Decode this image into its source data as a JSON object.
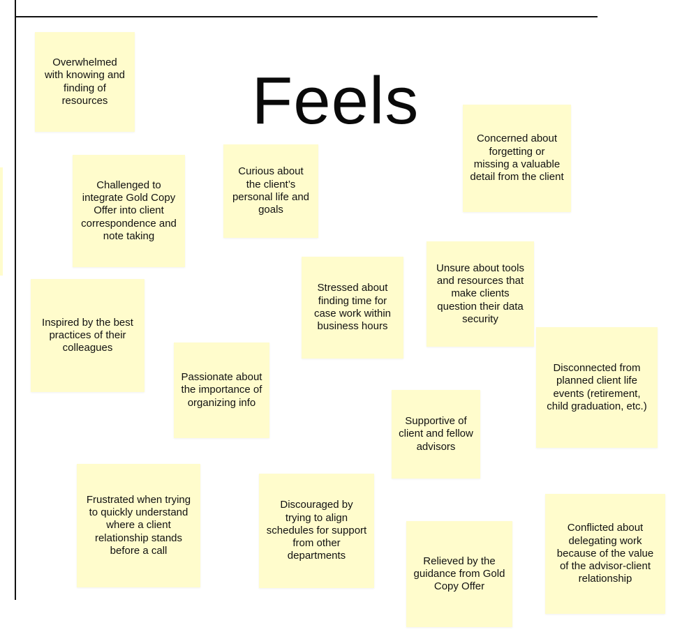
{
  "board": {
    "title": "Feels",
    "note_color": "#fffccc",
    "notes": [
      "Overwhelmed with knowing and finding of resources",
      "Challenged to integrate Gold Copy Offer into client correspondence and note taking",
      "Curious about the client’s personal life and goals",
      "Concerned about forgetting or missing a valuable detail from the client",
      "Unsure about tools and resources that make clients question their data security",
      "Stressed about finding time for case work within business hours",
      "Inspired by the best practices of their colleagues",
      "Passionate about the importance of organizing info",
      "Disconnected from planned client life events (retirement, child graduation, etc.)",
      "Supportive of client and fellow advisors",
      "Frustrated when trying to quickly understand where a client relationship stands before a call",
      "Discouraged by trying to align schedules for support from other departments",
      "Conflicted about delegating work because of the value of the advisor-client relationship",
      "Relieved by the guidance from Gold Copy Offer"
    ]
  }
}
